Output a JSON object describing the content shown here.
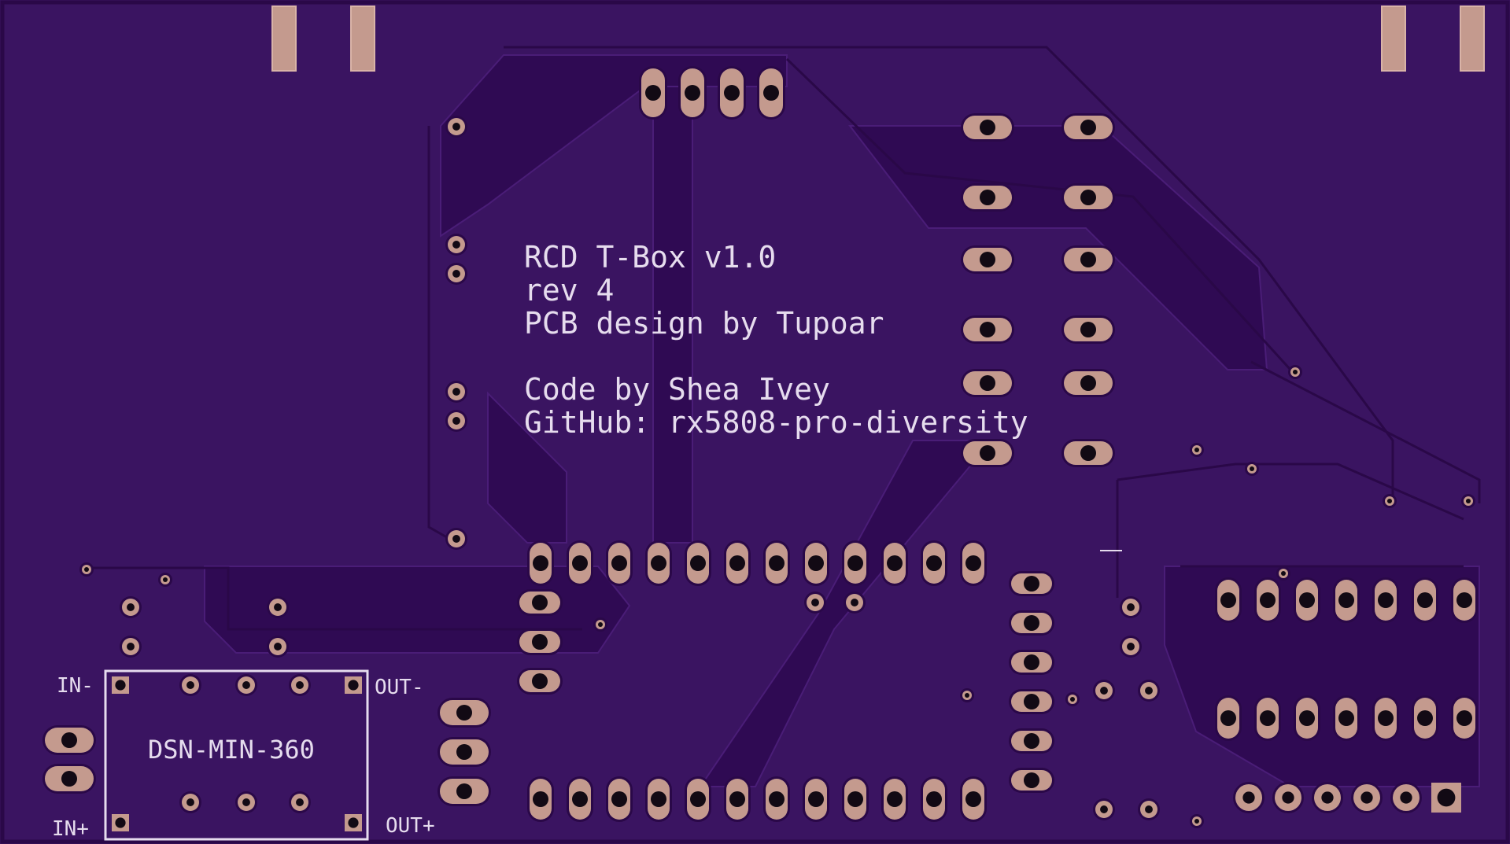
{
  "board": {
    "colors": {
      "background": "#3a1461",
      "copper_pour": "#3a1461",
      "trace": "#2f0a53",
      "edge": "#2a0848",
      "pad": "#c49a8e",
      "drill": "#120a14",
      "silkscreen": "#e6dcee"
    },
    "title_block": {
      "line1": "RCD T-Box v1.0",
      "line2": "rev 4",
      "line3": "PCB design by Tupoar",
      "line4": "Code by Shea Ivey",
      "line5": "GitHub: rx5808-pro-diversity"
    },
    "converter": {
      "label": "DSN-MIN-360",
      "in_minus": "IN-",
      "in_plus": "IN+",
      "out_minus": "OUT-",
      "out_plus": "OUT+"
    }
  }
}
